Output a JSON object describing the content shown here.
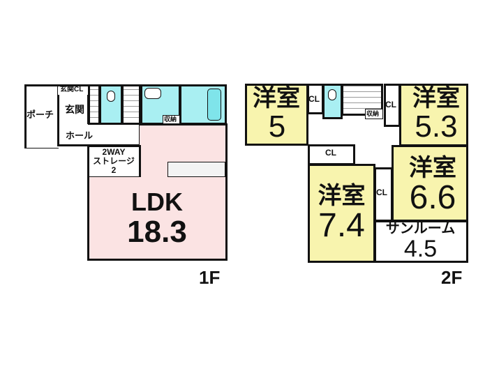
{
  "floor1": {
    "label": "1F",
    "rooms": {
      "porch": "ポーチ",
      "entrance_closet": "玄関CL",
      "entrance": "玄関",
      "hall": "ホール",
      "storage_title": "2WAY",
      "storage_name": "ストレージ",
      "storage_size": "2",
      "closet": "収納",
      "ldk_name": "LDK",
      "ldk_size": "18.3"
    }
  },
  "floor2": {
    "label": "2F",
    "rooms": {
      "room_a_name": "洋室",
      "room_a_size": "5",
      "room_b_name": "洋室",
      "room_b_size": "5.3",
      "room_c_name": "洋室",
      "room_c_size": "6.6",
      "room_d_name": "洋室",
      "room_d_size": "7.4",
      "sunroom_name": "サンルーム",
      "sunroom_size": "4.5",
      "cl1": "CL",
      "cl2": "CL",
      "cl3": "CL",
      "cl4": "CL",
      "closet": "収納"
    }
  },
  "colors": {
    "ldk": "#fbe3e3",
    "western_room": "#f8f4ae",
    "wet_area": "#a9eff2"
  }
}
